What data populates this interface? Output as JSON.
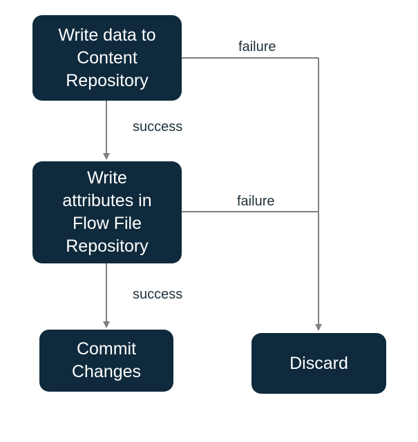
{
  "nodes": {
    "write_content": {
      "lines": [
        "Write data to",
        "Content",
        "Repository"
      ]
    },
    "write_attributes": {
      "lines": [
        "Write",
        "attributes in",
        "Flow File",
        "Repository"
      ]
    },
    "commit": {
      "lines": [
        "Commit",
        "Changes"
      ]
    },
    "discard": {
      "lines": [
        "Discard"
      ]
    }
  },
  "edges": {
    "content_success": {
      "label": "success"
    },
    "content_failure": {
      "label": "failure"
    },
    "attributes_success": {
      "label": "success"
    },
    "attributes_failure": {
      "label": "failure"
    }
  },
  "colors": {
    "node_fill": "#0f2a3c",
    "node_text": "#ffffff",
    "edge_line": "#7f7f7f",
    "label_text": "#1f2f3a"
  }
}
